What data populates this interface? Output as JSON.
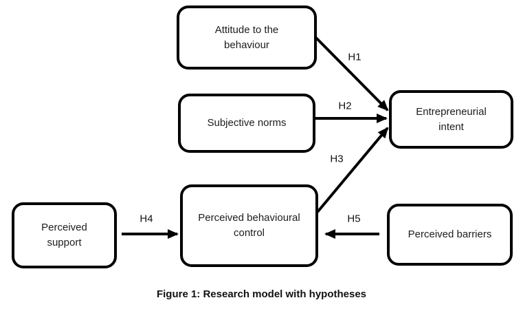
{
  "figure": {
    "caption": "Figure 1: Research model with hypotheses"
  },
  "diagram": {
    "type": "research-model",
    "nodes": [
      {
        "id": "attitude",
        "label": "Attitude to the\nbehaviour"
      },
      {
        "id": "subjective_norms",
        "label": "Subjective norms"
      },
      {
        "id": "entrepreneurial_intent",
        "label": "Entrepreneurial\nintent"
      },
      {
        "id": "perceived_behavioural_control",
        "label": "Perceived behavioural\ncontrol"
      },
      {
        "id": "perceived_support",
        "label": "Perceived\nsupport"
      },
      {
        "id": "perceived_barriers",
        "label": "Perceived barriers"
      }
    ],
    "edges": [
      {
        "id": "H1",
        "label": "H1",
        "from": "attitude",
        "to": "entrepreneurial_intent"
      },
      {
        "id": "H2",
        "label": "H2",
        "from": "subjective_norms",
        "to": "entrepreneurial_intent"
      },
      {
        "id": "H3",
        "label": "H3",
        "from": "perceived_behavioural_control",
        "to": "entrepreneurial_intent"
      },
      {
        "id": "H4",
        "label": "H4",
        "from": "perceived_support",
        "to": "perceived_behavioural_control"
      },
      {
        "id": "H5",
        "label": "H5",
        "from": "perceived_barriers",
        "to": "perceived_behavioural_control"
      }
    ]
  },
  "colors": {
    "line": "#000000",
    "box_border": "#000000",
    "text": "#1c1c1c",
    "background": "#ffffff"
  }
}
